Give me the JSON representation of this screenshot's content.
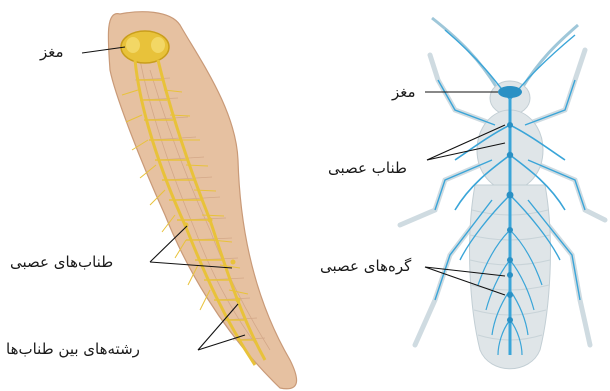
{
  "planarian": {
    "labels": {
      "brain": "مغز",
      "nerve_cords": "طناب‌های عصبی",
      "connecting_fibers": "رشته‌های بین طناب‌ها"
    }
  },
  "insect": {
    "labels": {
      "brain": "مغز",
      "nerve_cord": "طناب عصبی",
      "ganglia": "گره‌های عصبی"
    }
  },
  "colors": {
    "planarian_body": "#e6c1a1",
    "planarian_nerve": "#e8c23a",
    "insect_body": "#dfe5e8",
    "insect_nerve": "#3aa5d8",
    "leader_line": "#111111"
  }
}
